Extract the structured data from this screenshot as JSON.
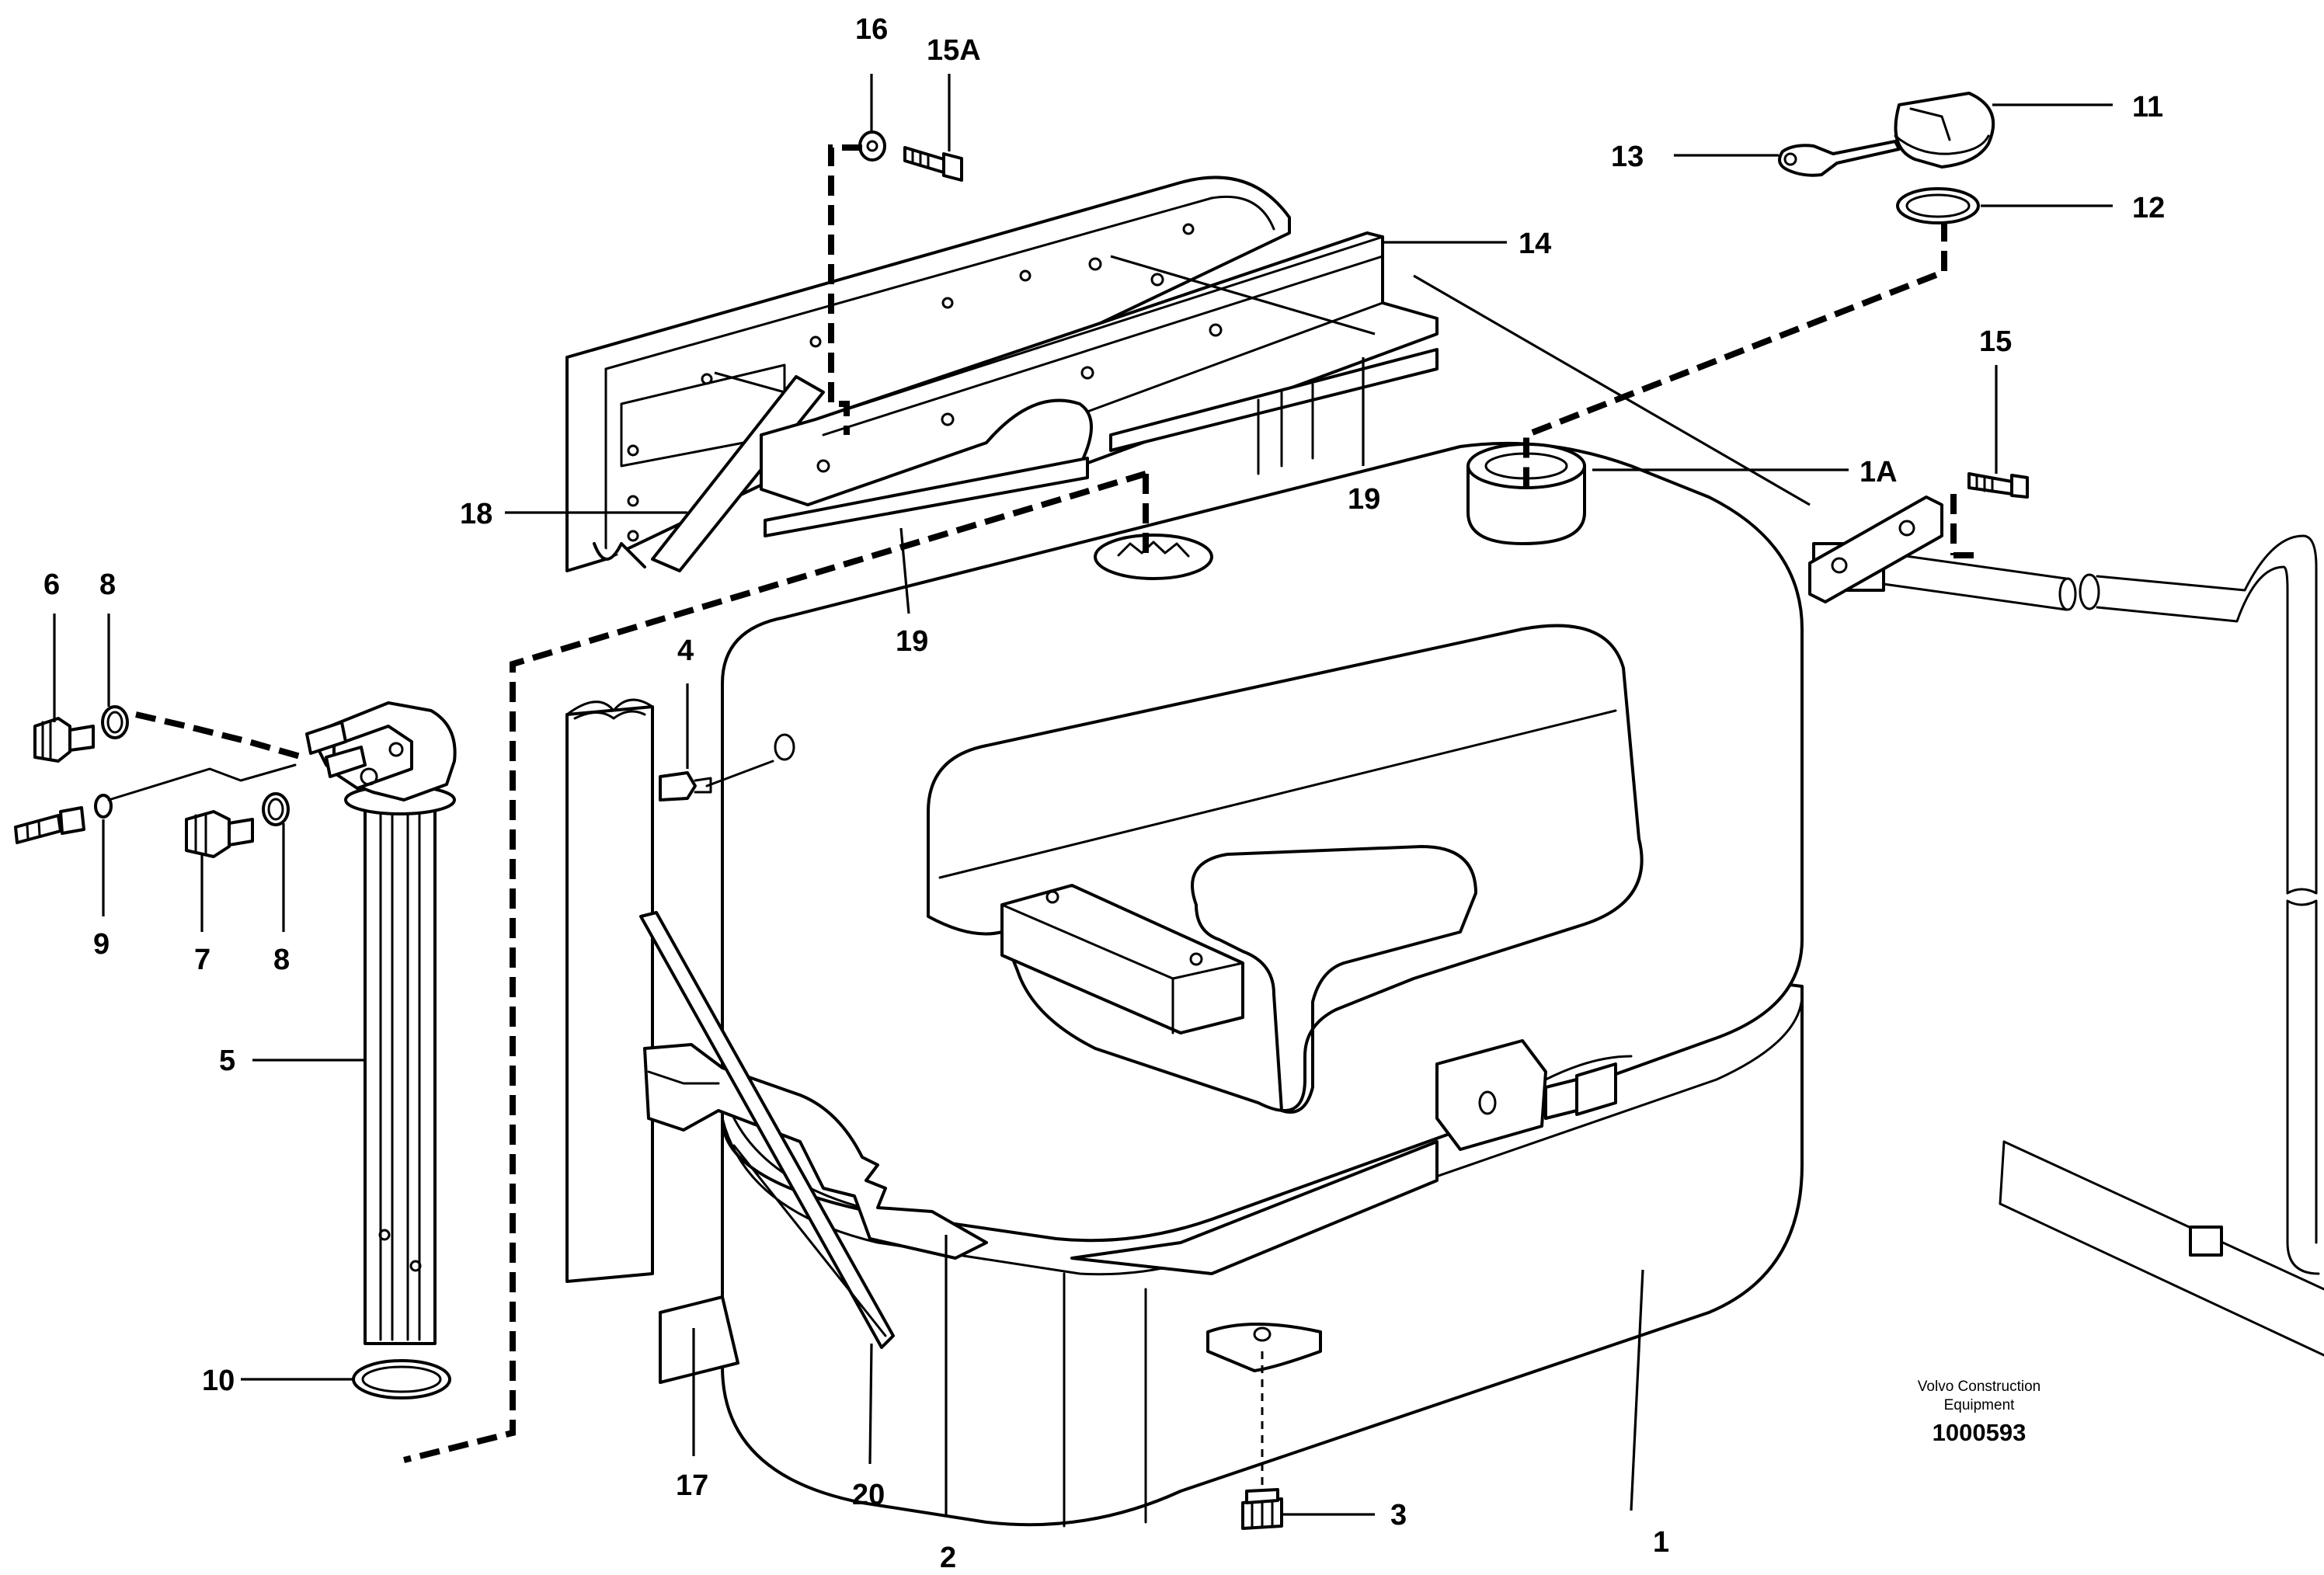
{
  "callouts": {
    "c1": "1",
    "c1A": "1A",
    "c2": "2",
    "c3": "3",
    "c4": "4",
    "c5": "5",
    "c6": "6",
    "c7": "7",
    "c8a": "8",
    "c8b": "8",
    "c9": "9",
    "c10": "10",
    "c11": "11",
    "c12": "12",
    "c13": "13",
    "c14": "14",
    "c15": "15",
    "c15A": "15A",
    "c16": "16",
    "c17": "17",
    "c18": "18",
    "c19a": "19",
    "c19b": "19",
    "c20": "20"
  },
  "caption": {
    "line1": "Volvo Construction",
    "line2": "Equipment",
    "doc_number": "1000593"
  },
  "colors": {
    "ink": "#000000",
    "paper": "#ffffff"
  }
}
